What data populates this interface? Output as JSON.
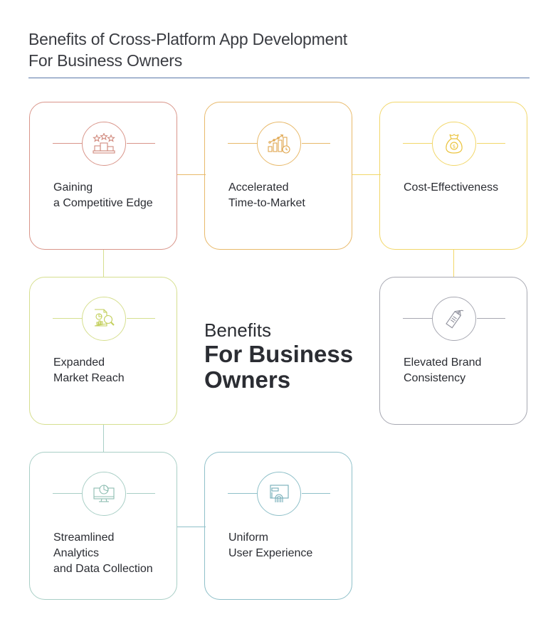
{
  "header": {
    "title_line1": "Benefits of Cross-Platform App Development",
    "title_line2": "For Business Owners",
    "rule_color": "#5a78a8"
  },
  "center": {
    "line1": "Benefits",
    "line2": "For Business",
    "line3": "Owners"
  },
  "cards": [
    {
      "id": "competitive-edge",
      "lines": [
        "Gaining",
        "a Competitive Edge"
      ],
      "icon": "podium-stars-icon",
      "color": "#d9958a"
    },
    {
      "id": "time-to-market",
      "lines": [
        "Accelerated",
        "Time-to-Market"
      ],
      "icon": "growth-chart-clock-icon",
      "color": "#e8b96a"
    },
    {
      "id": "cost-effectiveness",
      "lines": [
        "Cost-Effectiveness"
      ],
      "icon": "money-bag-icon",
      "color": "#f2d76a"
    },
    {
      "id": "market-reach",
      "lines": [
        "Expanded",
        "Market Reach"
      ],
      "icon": "report-magnifier-icon",
      "color": "#d6df8f"
    },
    {
      "id": "brand-consistency",
      "lines": [
        "Elevated Brand",
        "Consistency"
      ],
      "icon": "price-tag-icon",
      "color": "#a7a8b2"
    },
    {
      "id": "analytics",
      "lines": [
        "Streamlined",
        "Analytics",
        "and Data Collection"
      ],
      "icon": "monitor-pie-chart-icon",
      "color": "#a9cfc6"
    },
    {
      "id": "user-experience",
      "lines": [
        "Uniform",
        "User Experience"
      ],
      "icon": "touch-screen-icon",
      "color": "#8fc0c9"
    }
  ]
}
